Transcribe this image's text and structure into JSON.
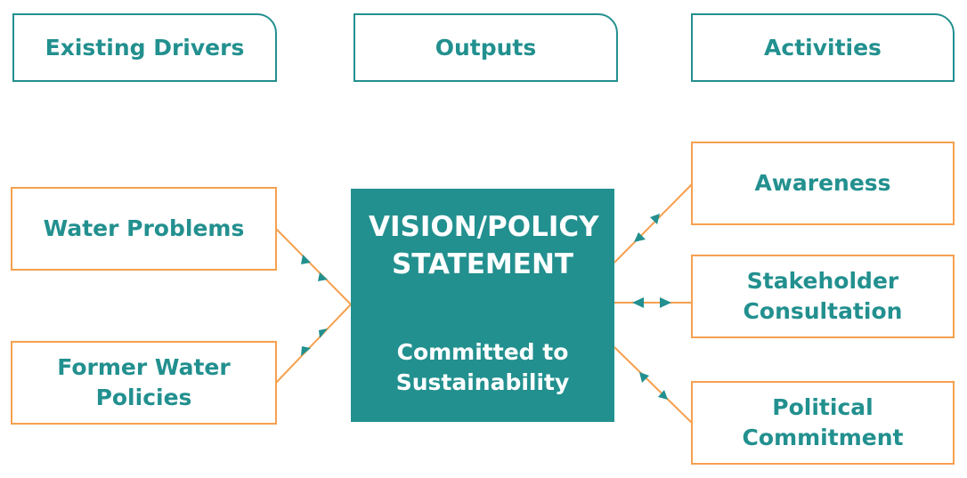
{
  "headers": {
    "existing_drivers": "Existing Drivers",
    "outputs": "Outputs",
    "activities": "Activities"
  },
  "drivers": {
    "water_problems": "Water Problems",
    "former_water_policies": "Former Water Policies"
  },
  "center": {
    "title": "VISION/POLICY STATEMENT",
    "subtitle": "Committed to Sustainability"
  },
  "activities": {
    "awareness": "Awareness",
    "stakeholder_consultation": "Stakeholder Consultation",
    "political_commitment": "Political Commitment"
  },
  "colors": {
    "teal": "#22908f",
    "orange": "#f5a04f"
  }
}
